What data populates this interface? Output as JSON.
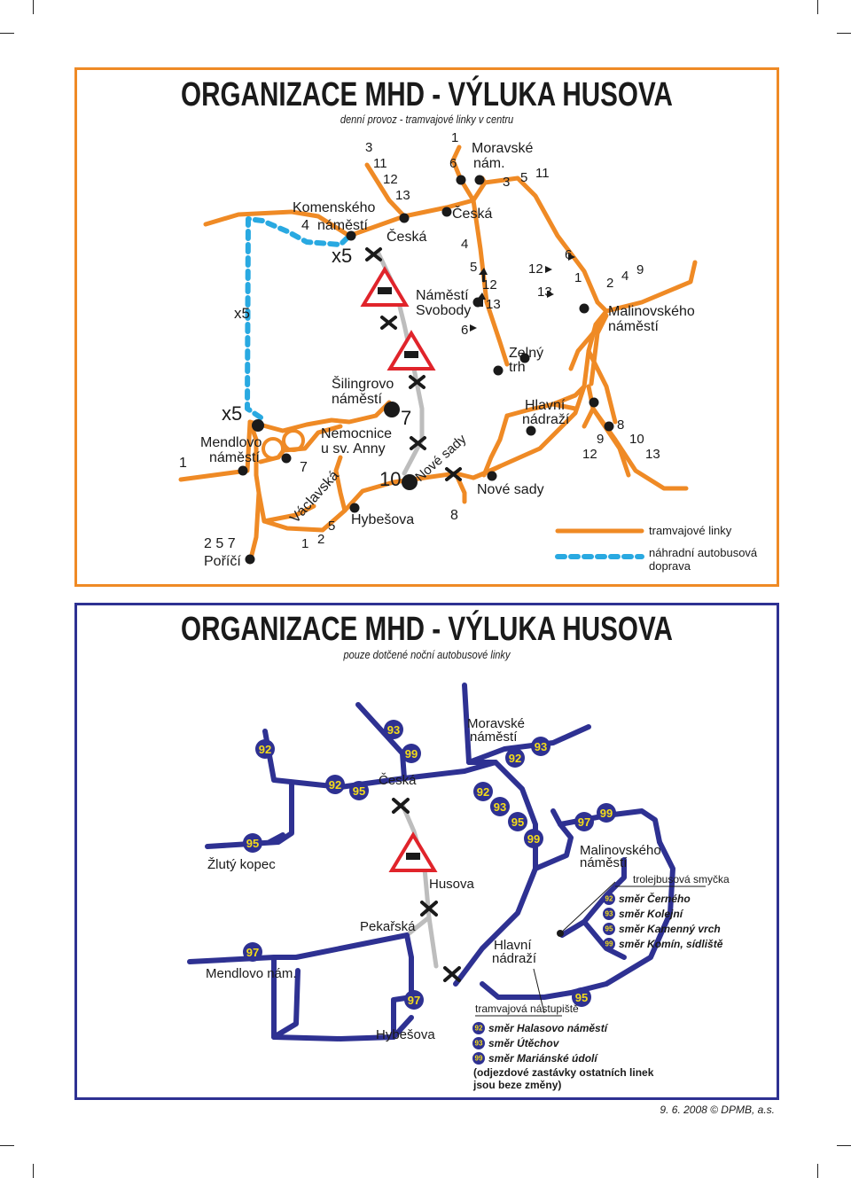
{
  "day": {
    "title": "ORGANIZACE MHD - VÝLUKA HUSOVA",
    "subtitle": "denní provoz - tramvajové linky v centru",
    "labels": {
      "moravske": "Moravské",
      "moravske2": "nám.",
      "ceska_top": "Česká",
      "ceska_left": "Česká",
      "komenskeho": "Komenského",
      "komenskeho2": "náměstí",
      "nam_svobody": "Náměstí",
      "nam_svobody2": "Svobody",
      "malinovskeho": "Malinovského",
      "malinovskeho2": "náměstí",
      "zelny": "Zelný",
      "zelny2": "trh",
      "hlavni": "Hlavní",
      "hlavni2": "nádraží",
      "silingrovo": "Šilingrovo",
      "silingrovo2": "náměstí",
      "nemocnice": "Nemocnice",
      "nemocnice2": "u sv. Anny",
      "mendlovo": "Mendlovo",
      "mendlovo2": "náměstí",
      "porici": "Poříčí",
      "vaclavska": "Václavská",
      "hybesova": "Hybešova",
      "nove_sady_street": "Nové sady",
      "nove_sady_stop": "Nové sady"
    },
    "lines": {
      "l3": "3",
      "l11": "11",
      "l12": "12",
      "l13": "13",
      "l1top": "1",
      "l6top": "6",
      "l3r": "3",
      "l5r": "5",
      "l11r": "11",
      "l4k": "4",
      "x5a": "x5",
      "x5b": "x5",
      "x5c": "x5",
      "l4s": "4",
      "l5s": "5",
      "l12s": "12",
      "l13s": "13",
      "l6s": "6",
      "l12r": "12",
      "l13r": "13",
      "l6r": "6",
      "l1r": "1",
      "l2m": "2",
      "l4m": "4",
      "l9m": "9",
      "l7s": "7",
      "l10s": "10",
      "l7m": "7",
      "l1left": "1",
      "l257": "2  5  7",
      "l1b": "1",
      "l2b": "2",
      "l5b": "5",
      "l8b": "8",
      "l8h": "8",
      "l9h": "9",
      "l10h": "10",
      "l12h": "12",
      "l13h": "13"
    },
    "legend": {
      "tram": "tramvajové linky",
      "bus": "náhradní autobusová",
      "bus2": "doprava"
    },
    "colors": {
      "tram": "#ef8a25",
      "bus": "#29a9e1",
      "closed": "#bdbdbd",
      "stop": "#1a1a1a"
    }
  },
  "night": {
    "title": "ORGANIZACE MHD - VÝLUKA HUSOVA",
    "subtitle": "pouze dotčené noční autobusové linky",
    "labels": {
      "moravske": "Moravské",
      "moravske2": "náměstí",
      "ceska": "Česká",
      "zluty": "Žlutý kopec",
      "husova": "Husova",
      "pekarska": "Pekařská",
      "hlavni": "Hlavní",
      "hlavni2": "nádraží",
      "malinovskeho": "Malinovského",
      "malinovskeho2": "náměstí",
      "mendlovo": "Mendlovo nám.",
      "hybesova": "Hybešova"
    },
    "badges": {
      "b92a": "92",
      "b93a": "93",
      "b99a": "99",
      "b92b": "92",
      "b93b": "93",
      "b92c": "92",
      "b95a": "95",
      "b92d": "92",
      "b93c": "93",
      "b95b": "95",
      "b99b": "99",
      "b97a": "97",
      "b99c": "99",
      "b95c": "95",
      "b97b": "97",
      "b97c": "97",
      "b95d": "95"
    },
    "legend_troleybus": {
      "title": "trolejbusová smyčka",
      "items": [
        {
          "num": "92",
          "text": "směr Černého"
        },
        {
          "num": "93",
          "text": "směr Kolejní"
        },
        {
          "num": "95",
          "text": "směr Kamenný vrch"
        },
        {
          "num": "99",
          "text": "směr Komín, sídliště"
        }
      ]
    },
    "legend_tram": {
      "title": "tramvajová nástupiště",
      "items": [
        {
          "num": "92",
          "text": "směr Halasovo náměstí"
        },
        {
          "num": "93",
          "text": "směr Útěchov"
        },
        {
          "num": "99",
          "text": "směr Mariánské údolí"
        }
      ],
      "note": "(odjezdové zastávky ostatních linek",
      "note2": "jsou beze změny)"
    },
    "colors": {
      "bus": "#2e3192",
      "closed": "#bdbdbd",
      "badge": "#f4dc1a"
    }
  },
  "footer": "9. 6. 2008  © DPMB, a.s."
}
